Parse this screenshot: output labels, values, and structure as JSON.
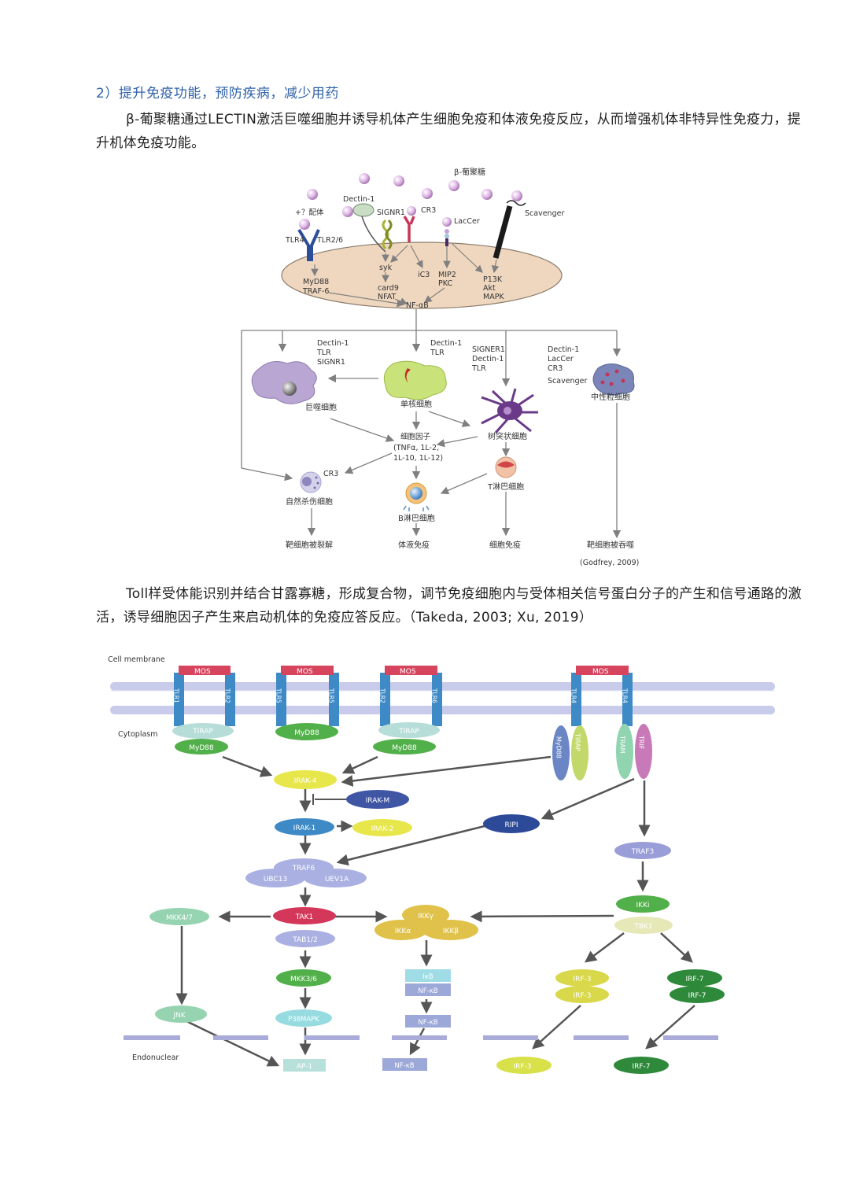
{
  "section_heading": "2）提升免疫功能，预防疾病，减少用药",
  "paragraph1": "β-葡聚糖通过LECTIN激活巨噬细胞并诱导机体产生细胞免疫和体液免疫反应，从而增强机体非特异性免疫力，提升机体免疫功能。",
  "paragraph2": "Toll样受体能识别并结合甘露寡糖，形成复合物，调节免疫细胞内与受体相关信号蛋白分子的产生和信号通路的激活，诱导细胞因子产生来启动机体的免疫应答反应。（Takeda, 2003; Xu, 2019）",
  "fig1": {
    "beta_glucan": "β-葡聚糖",
    "ligand": "+？配体",
    "tlr4": "TLR4",
    "tlr26": "TLR2/6",
    "dectin1": "Dectin-1",
    "signr1": "SIGNR1",
    "cr3": "CR3",
    "laccer": "LacCer",
    "scavenger": "Scavenger",
    "myd88": "MyD88",
    "traf6": "TRAF-6",
    "syk": "syk",
    "card9": "card9",
    "nfat": "NFAT",
    "ic3": "iC3",
    "mip2": "MIP2",
    "pkc": "PKC",
    "p13k": "P13K",
    "akt": "Akt",
    "mapk": "MAPK",
    "nfkb": "NF-αB",
    "mac_receptors": [
      "Dectin-1",
      "TLR",
      "SIGNR1"
    ],
    "mono_receptors": [
      "Dectin-1",
      "TLR"
    ],
    "dc_receptors": [
      "SIGNER1",
      "Dectin-1",
      "TLR"
    ],
    "neu_receptors": [
      "Dectin-1",
      "LacCer",
      "CR3",
      "Scavenger"
    ],
    "macrophage": "巨噬细胞",
    "monocyte": "单核细胞",
    "dendritic": "树突状细胞",
    "neutrophil": "中性粒细胞",
    "cytokine_lines": [
      "细胞因子",
      "(TNFα, 1L-2,",
      "1L-10, 1L-12)"
    ],
    "nk_cr3": "CR3",
    "nk": "自然杀伤细胞",
    "t_cell": "T淋巴细胞",
    "b_cell": "B淋巴细胞",
    "out_lysis": "靶细胞被裂解",
    "out_humoral": "体液免疫",
    "out_cellular": "细胞免疫",
    "out_phago": "靶细胞被吞噬",
    "citation": "(Godfrey, 2009)"
  },
  "fig2": {
    "cell_membrane": "Cell membrane",
    "cytoplasm": "Cytoplasm",
    "endonuclear": "Endonuclear",
    "mos": "MOS",
    "tlr1": "TLR1",
    "tlr2": "TLR2",
    "tlr5": "TLR5",
    "tlr6": "TLR6",
    "tlr4": "TLR4",
    "tirap": "TIRAP",
    "myd88": "MyD88",
    "tram": "TRAM",
    "trif": "TRIF",
    "irak4": "IRAK-4",
    "irakm": "IRAK-M",
    "irak1": "IRAK-1",
    "irak2": "IRAK-2",
    "ripi": "RIPI",
    "traf3": "TRAF3",
    "traf6": "TRAF6",
    "ubc13": "UBC13",
    "uev1a": "UEV1A",
    "tak1": "TAK1",
    "tab12": "TAB1/2",
    "mkk47": "MKK4/7",
    "mkk36": "MKK3/6",
    "jnk": "JNK",
    "p38": "P38MAPK",
    "ap1": "AP-1",
    "ikkg": "IKKγ",
    "ikka": "IKKα",
    "ikkb": "IKKβ",
    "ikb": "IκB",
    "nfkb": "NF-κB",
    "ikki": "IKKi",
    "tbk1": "TBK1",
    "irf3": "IRF-3",
    "irf7": "IRF-7"
  }
}
